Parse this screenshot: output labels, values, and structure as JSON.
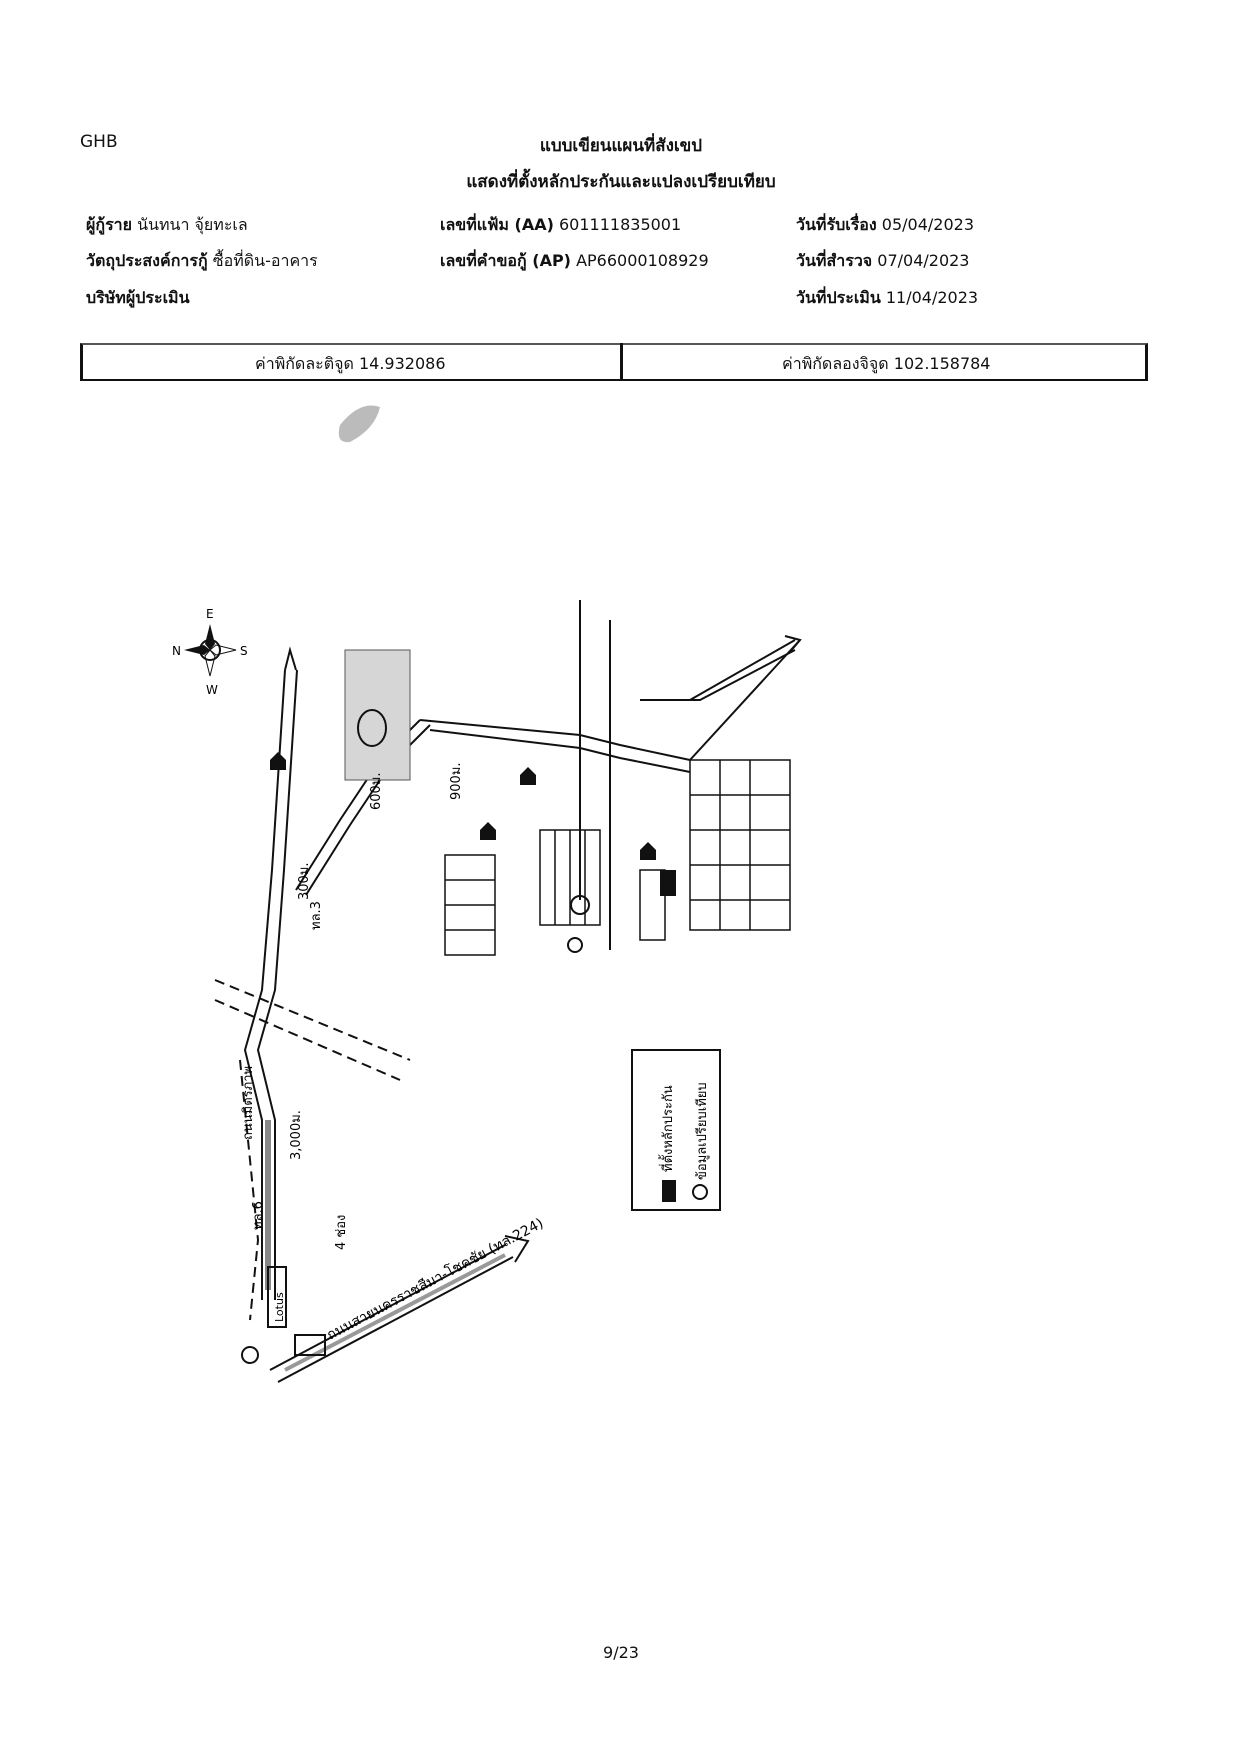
{
  "header": {
    "bank_code": "GHB",
    "title_line1": "แบบเขียนแผนที่สังเขป",
    "title_line2": "แสดงที่ตั้งหลักประกันและแปลงเปรียบเทียบ"
  },
  "fields": {
    "borrower_label": "ผู้กู้ราย",
    "borrower_value": "นันทนา จุ้ยทะเล",
    "purpose_label": "วัตถุประสงค์การกู้",
    "purpose_value": "ซื้อที่ดิน-อาคาร",
    "appraiser_label": "บริษัทผู้ประเมิน",
    "file_no_label": "เลขที่แฟ้ม (AA)",
    "file_no_value": "601111835001",
    "request_no_label": "เลขที่คำขอกู้ (AP)",
    "request_no_value": "AP66000108929",
    "received_label": "วันที่รับเรื่อง",
    "received_value": "05/04/2023",
    "survey_label": "วันที่สำรวจ",
    "survey_value": "07/04/2023",
    "appraisal_label": "วันที่ประเมิน",
    "appraisal_value": "11/04/2023"
  },
  "coordinates": {
    "latitude_label": "ค่าพิกัดละติจูด",
    "latitude_value": "14.932086",
    "longitude_label": "ค่าพิกัดลองจิจูด",
    "longitude_value": "102.158784"
  },
  "map": {
    "compass": [
      "N",
      "E",
      "W",
      "S"
    ],
    "legend_collateral": "ที่ตั้งหลักประกัน",
    "legend_comparison": "ข้อมูลเปรียบเทียบ",
    "road_main": "ถนนมิตรภาพ",
    "label_lotus": "Lotus",
    "label_nh6": "ทล.6",
    "label_nh3": "ทล.3",
    "label_highway_224": "ถนนสายนครราชสีมา-โชคชัย (ทล.224)",
    "label_4lane": "4 ช่อง",
    "label_300m": "300ม.",
    "label_3000m": "3,000ม.",
    "label_900m": "900ม.",
    "label_600m": "600ม."
  },
  "footer": {
    "page": "9/23"
  }
}
